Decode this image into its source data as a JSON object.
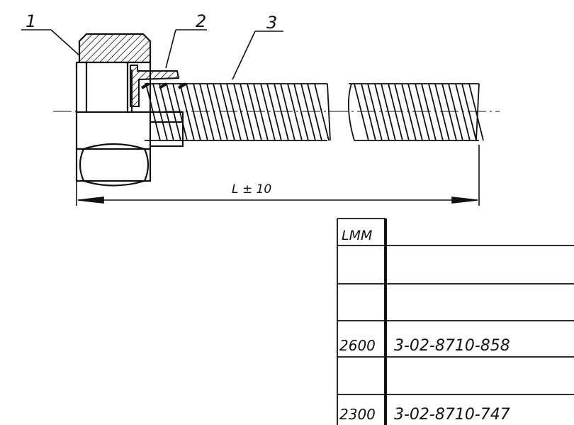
{
  "callouts": {
    "part1": "1",
    "part2": "2",
    "part3": "3"
  },
  "dimension": {
    "length_label": "L ± 10"
  },
  "table": {
    "header": "LMM",
    "rows": [
      {
        "length": "",
        "designation": ""
      },
      {
        "length": "",
        "designation": ""
      },
      {
        "length": "2600",
        "designation": "3-02-8710-858"
      },
      {
        "length": "",
        "designation": ""
      },
      {
        "length": "2300",
        "designation": "3-02-8710-747"
      }
    ]
  },
  "colors": {
    "ink": "#111111",
    "paper": "#ffffff"
  }
}
